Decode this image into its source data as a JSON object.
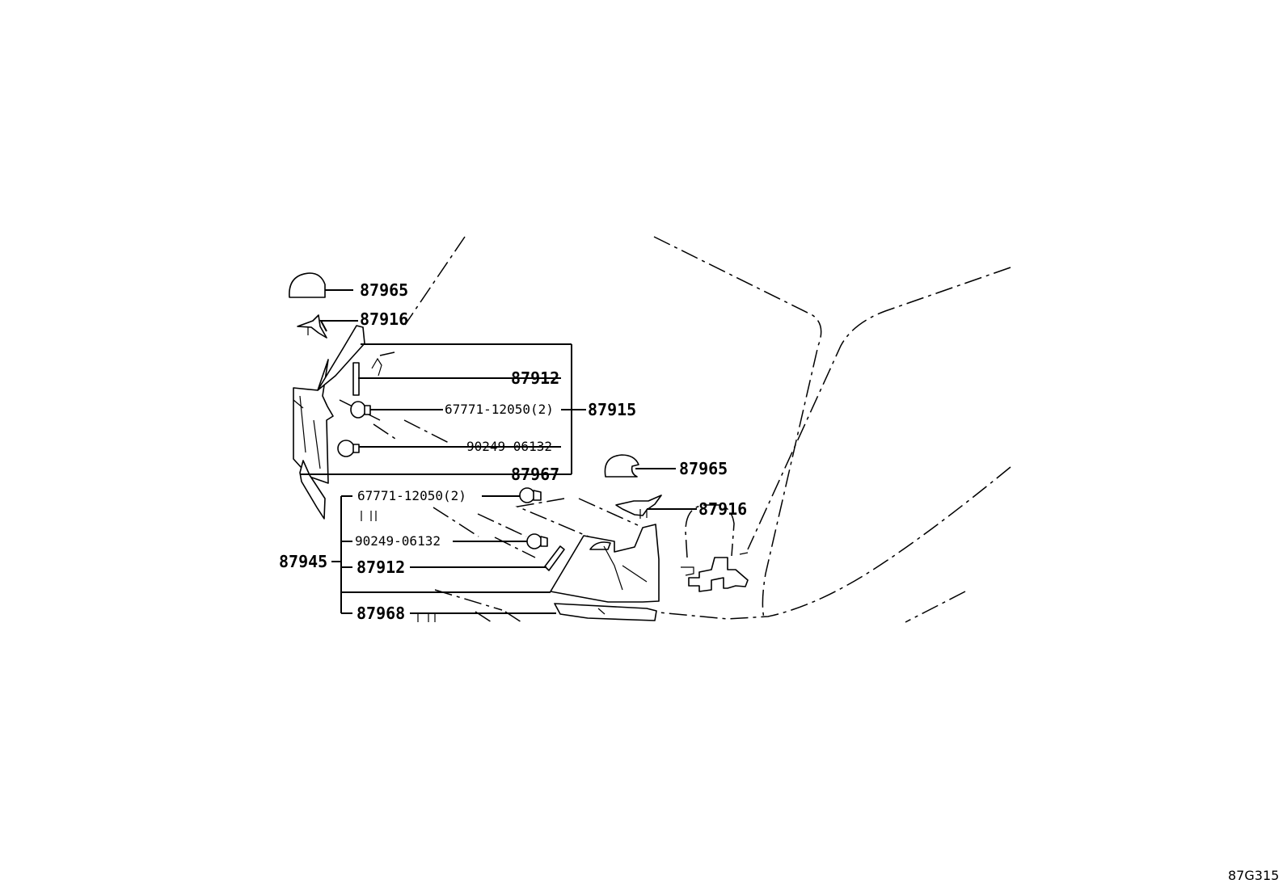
{
  "diagram": {
    "code": "87G315",
    "callouts": {
      "c1": "87965",
      "c2": "87916",
      "c3": "87912",
      "c4": "67771-12050(2)",
      "c5": "87915",
      "c6": "90249-06132",
      "c7": "87967",
      "c8": "87965",
      "c9": "67771-12050(2)",
      "c10": "87916",
      "c11": "90249-06132",
      "c12": "87945",
      "c13": "87912",
      "c14": "87968"
    }
  }
}
